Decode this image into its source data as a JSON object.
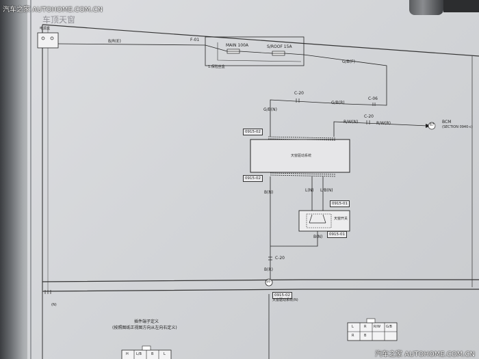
{
  "watermark_top": "汽车之家 AUTOHOME.COM.CN",
  "watermark_bottom": "汽车之家 AUTOHOME.COM.CN",
  "page_title": "车顶天窗",
  "power_box_label": "电源盒",
  "fuse_box": {
    "label": "1.保险丝盒",
    "fuse1": "MAIN 100A",
    "fuse2": "S/ROOF 15A"
  },
  "wires": {
    "br_e": "B/R(E)",
    "f01": "F-01",
    "g_b_f": "G/B(F)",
    "c20_top": "C-20",
    "c06": "C-06",
    "g_b_r": "G/B(R)",
    "g_b_n": "G/B(N)",
    "rw_n": "R/W(N)",
    "c20_right": "C-20",
    "rw_r": "R/W(R)",
    "ln": "L(N)",
    "lb_n": "L/B(N)",
    "b_n_left": "B(N)",
    "b_n_switch": "B(N)",
    "c20_bottom": "C-20",
    "b_r": "B(R)"
  },
  "connectors": {
    "c0915_02a": "0915-02",
    "c0915_02b": "0915-02",
    "c0915_01a": "0915-01",
    "c0915_01b": "0915-01",
    "c0915_02c": "0915-02"
  },
  "bcm": {
    "number": "67",
    "label": "BCM",
    "section": "(SECTION 0940-c)"
  },
  "motor_label": "天窗驱动系统",
  "switch_label": "天窗开关",
  "ground_label": "10",
  "bus_label": "(N)",
  "bottom_label_right": "天窗驱动系统(N)",
  "bottom_note_line1": "插件端子定义",
  "bottom_note_line2": "(按照图纸正视图方向从左向右定义)",
  "left_connector_pins": [
    "H",
    "L/B",
    "B",
    "L"
  ],
  "right_connector_pins": [
    "L",
    "R",
    "R/W",
    "G/B"
  ],
  "right_connector_pins_row2": [
    "R",
    "B"
  ]
}
